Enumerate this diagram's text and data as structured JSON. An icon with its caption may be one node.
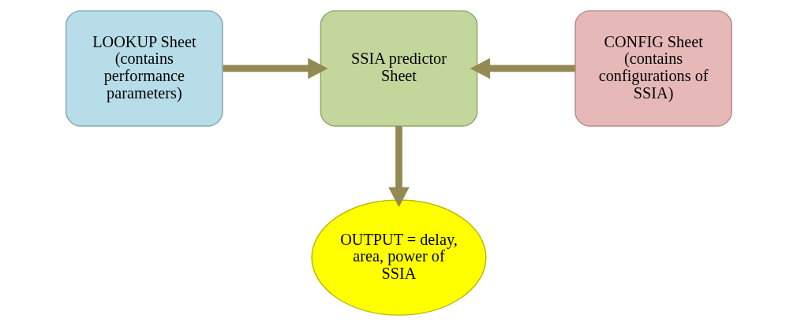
{
  "diagram": {
    "nodes": [
      {
        "text": [
          "LOOKUP Sheet (contains performance parameters)"
        ]
      },
      {
        "text": [
          "SSIA predictor Sheet"
        ]
      },
      {
        "text": [
          "CONFIG Sheet (contains configurations of SSIA)"
        ]
      },
      {
        "text": [
          "OUTPUT = delay, area, power of SSIA"
        ]
      }
    ],
    "edges": [
      {
        "from": 0,
        "to": 1,
        "arrow": "to"
      },
      {
        "from": 2,
        "to": 1,
        "arrow": "to"
      },
      {
        "from": 1,
        "to": 3,
        "arrow": "to"
      }
    ]
  }
}
